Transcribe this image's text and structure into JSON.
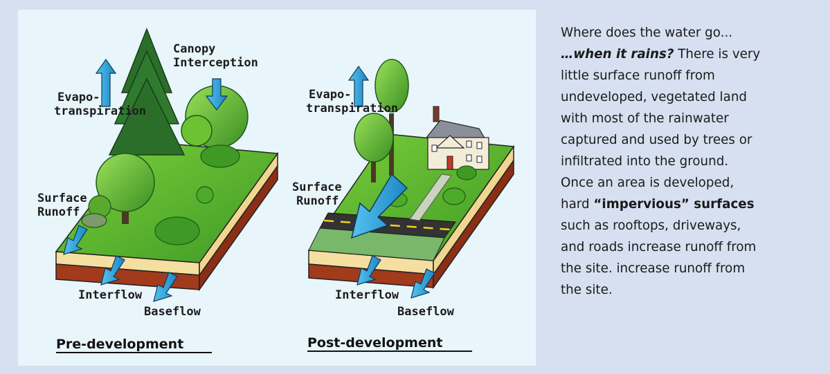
{
  "figure": {
    "pre": {
      "canopy_line1": "Canopy",
      "canopy_line2": "Interception",
      "evapo_line1": "Evapo-",
      "evapo_line2": "transpiration",
      "surface_line1": "Surface",
      "surface_line2": "Runoff",
      "interflow": "Interflow",
      "baseflow": "Baseflow",
      "caption": "Pre-development"
    },
    "post": {
      "evapo_line1": "Evapo-",
      "evapo_line2": "transpiration",
      "surface_line1": "Surface",
      "surface_line2": "Runoff",
      "interflow": "Interflow",
      "baseflow": "Baseflow",
      "caption": "Post-development"
    }
  },
  "text": {
    "line1": "Where does the water go...",
    "question": "…when it rains?",
    "line2_rest": " There is very",
    "line3": "little surface runoff from",
    "line4": "undeveloped, vegetated land",
    "line5": "with most of the rainwater",
    "line6": "captured and used by trees or",
    "line7": "infiltrated into the ground.",
    "line8": "Once an area is developed,",
    "line9_pre": "hard ",
    "impervious": "“impervious” surfaces",
    "line10": "such as rooftops, driveways,",
    "line11": "and roads increase runoff from",
    "line12": "the site. increase runoff from",
    "line13": "the site."
  },
  "colors": {
    "background": "#d6e0f0",
    "figure_bg": "#e8f5fb",
    "grass": "#5cb82e",
    "soil_top": "#f5dfa0",
    "soil_bottom": "#a23a1c",
    "arrow": "#2a9fd6",
    "tree_dark": "#2a6e2a",
    "tree_light": "#7ccf3a"
  }
}
